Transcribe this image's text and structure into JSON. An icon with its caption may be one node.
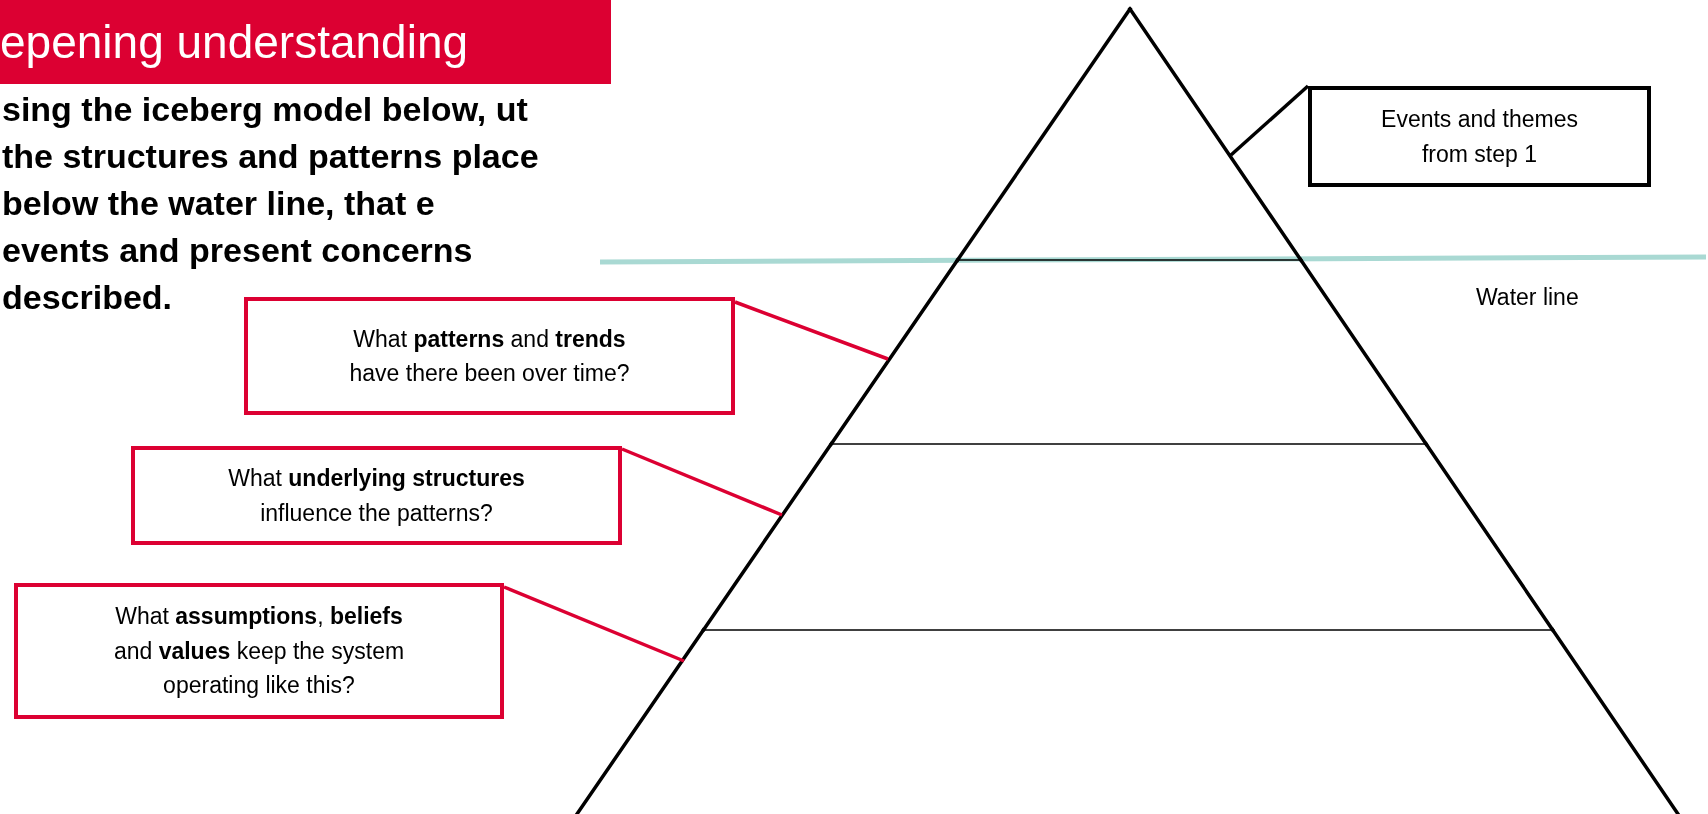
{
  "diagram": {
    "title": "epening understanding",
    "nodes": [
      {
        "text": [
          "Events and themes from step 1"
        ]
      },
      {
        "text": [
          "What **patterns** and **trends** have there been over time?"
        ]
      },
      {
        "text": [
          "What **underlying structures** influence the patterns?"
        ]
      },
      {
        "text": [
          "What **assumptions**, **beliefs** and **values** keep the system operating like this?"
        ]
      },
      {
        "text": [],
        "shape": "triangle"
      },
      {
        "text": [],
        "shape": "trapezoid"
      },
      {
        "text": [],
        "shape": "trapezoid"
      },
      {
        "text": [],
        "shape": "trapezoid"
      }
    ],
    "edges": [
      {
        "from": 0,
        "to": 4,
        "arrow": "none",
        "color": "#000000"
      },
      {
        "from": 1,
        "to": 5,
        "arrow": "none"
      },
      {
        "from": 2,
        "to": 6,
        "arrow": "none"
      },
      {
        "from": 3,
        "to": 7,
        "arrow": "none"
      }
    ],
    "labels": [
      "sing the iceberg model below, ut the structures and patterns place below the water line, that e events and present concerns described.",
      "Water line"
    ]
  }
}
